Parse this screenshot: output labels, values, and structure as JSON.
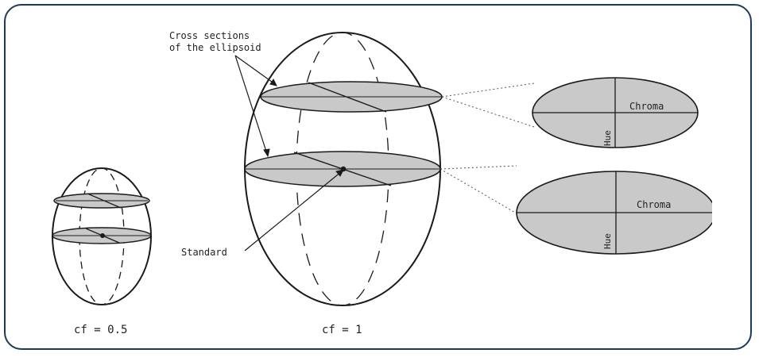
{
  "labels": {
    "cross_sections_line1": "Cross sections",
    "cross_sections_line2": "of the ellipsoid",
    "standard": "Standard",
    "cf_small": "cf = 0.5",
    "cf_large": "cf = 1",
    "chroma_top": "Chroma",
    "hue_top": "Hue",
    "chroma_bottom": "Chroma",
    "hue_bottom": "Hue"
  },
  "colors": {
    "frame": "#1d3a5c",
    "fill_gray": "#c9c9c9",
    "stroke": "#1a1a1a"
  }
}
